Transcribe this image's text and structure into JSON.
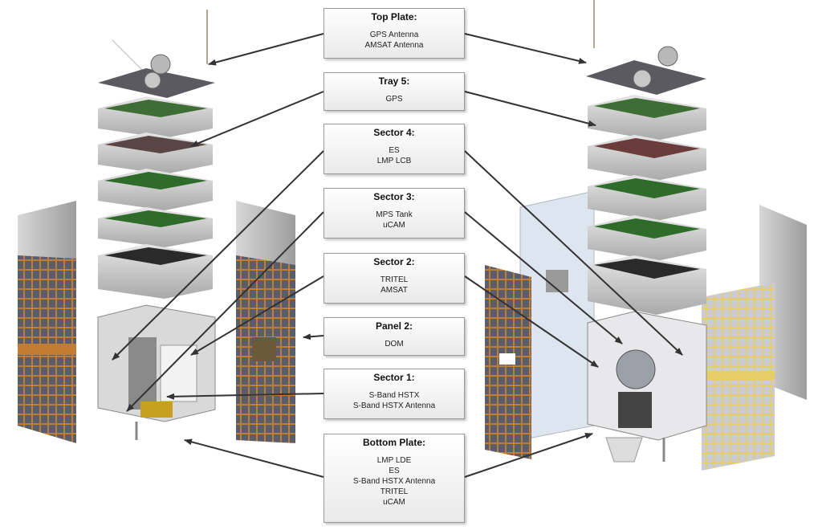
{
  "boxes": [
    {
      "id": "top-plate",
      "title": "Top Plate:",
      "items": [
        "GPS Antenna",
        "AMSAT Antenna"
      ]
    },
    {
      "id": "tray-5",
      "title": "Tray 5:",
      "items": [
        "GPS"
      ]
    },
    {
      "id": "sector-4",
      "title": "Sector 4:",
      "items": [
        "ES",
        "LMP LCB"
      ]
    },
    {
      "id": "sector-3",
      "title": "Sector 3:",
      "items": [
        "MPS Tank",
        "uCAM"
      ]
    },
    {
      "id": "sector-2",
      "title": "Sector 2:",
      "items": [
        "TRITEL",
        "AMSAT"
      ]
    },
    {
      "id": "panel-2",
      "title": "Panel 2:",
      "items": [
        "DOM"
      ]
    },
    {
      "id": "sector-1",
      "title": "Sector 1:",
      "items": [
        "S-Band HSTX",
        "S-Band HSTX Antenna"
      ]
    },
    {
      "id": "bottom-plate",
      "title": "Bottom Plate:",
      "items": [
        "LMP LDE",
        "ES",
        "S-Band HSTX Antenna",
        "TRITEL",
        "uCAM"
      ]
    }
  ],
  "colors": {
    "solar_cell": "#565a68",
    "solar_frame": "#c27d35",
    "solar_frame_right": "#e8cf6a",
    "pcb": "#2f6b2a",
    "tray": "#bfbfbf",
    "arrow": "#333333"
  }
}
